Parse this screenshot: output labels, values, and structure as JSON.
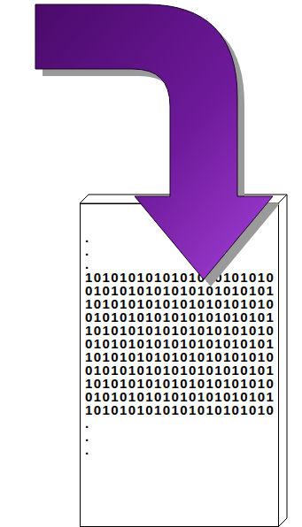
{
  "diagram": {
    "nodes": [
      {
        "text": [
          ".",
          ".",
          ".",
          "1010101010101010101010",
          "0101010101010101010101",
          "1010101010101010101010",
          "0101010101010101010101",
          "1010101010101010101010",
          "0101010101010101010101",
          "1010101010101010101010",
          "0101010101010101010101",
          "1010101010101010101010",
          "0101010101010101010101",
          "1010101010101010101010",
          ".",
          ".",
          "."
        ]
      }
    ]
  }
}
